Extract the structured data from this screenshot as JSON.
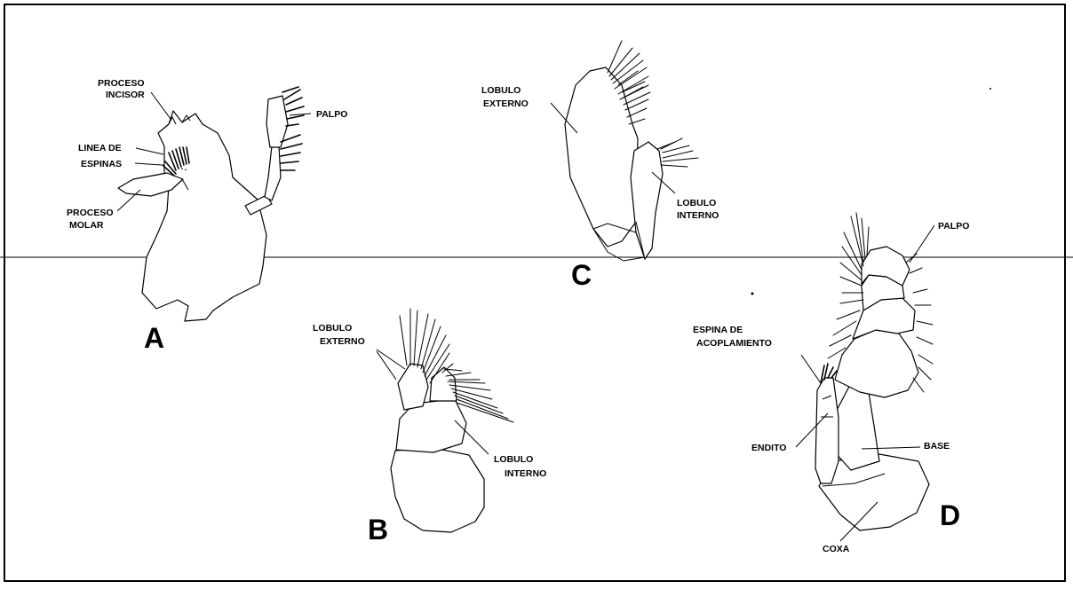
{
  "labels": {
    "a_proceso_incisor_1": "PROCESO",
    "a_proceso_incisor_2": "INCISOR",
    "a_palpo": "PALPO",
    "a_linea_1": "LINEA DE",
    "a_linea_2": "ESPINAS",
    "a_proceso_molar_1": "PROCESO",
    "a_proceso_molar_2": "MOLAR",
    "b_lobulo_externo_1": "LOBULO",
    "b_lobulo_externo_2": "EXTERNO",
    "b_lobulo_interno_1": "LOBULO",
    "b_lobulo_interno_2": "INTERNO",
    "c_lobulo_externo_1": "LOBULO",
    "c_lobulo_externo_2": "EXTERNO",
    "c_lobulo_interno_1": "LOBULO",
    "c_lobulo_interno_2": "INTERNO",
    "d_palpo": "PALPO",
    "d_espina_1": "ESPINA DE",
    "d_espina_2": "ACOPLAMIENTO",
    "d_endito": "ENDITO",
    "d_base": "BASE",
    "d_coxa": "COXA"
  },
  "panels": {
    "a": "A",
    "b": "B",
    "c": "C",
    "d": "D"
  }
}
